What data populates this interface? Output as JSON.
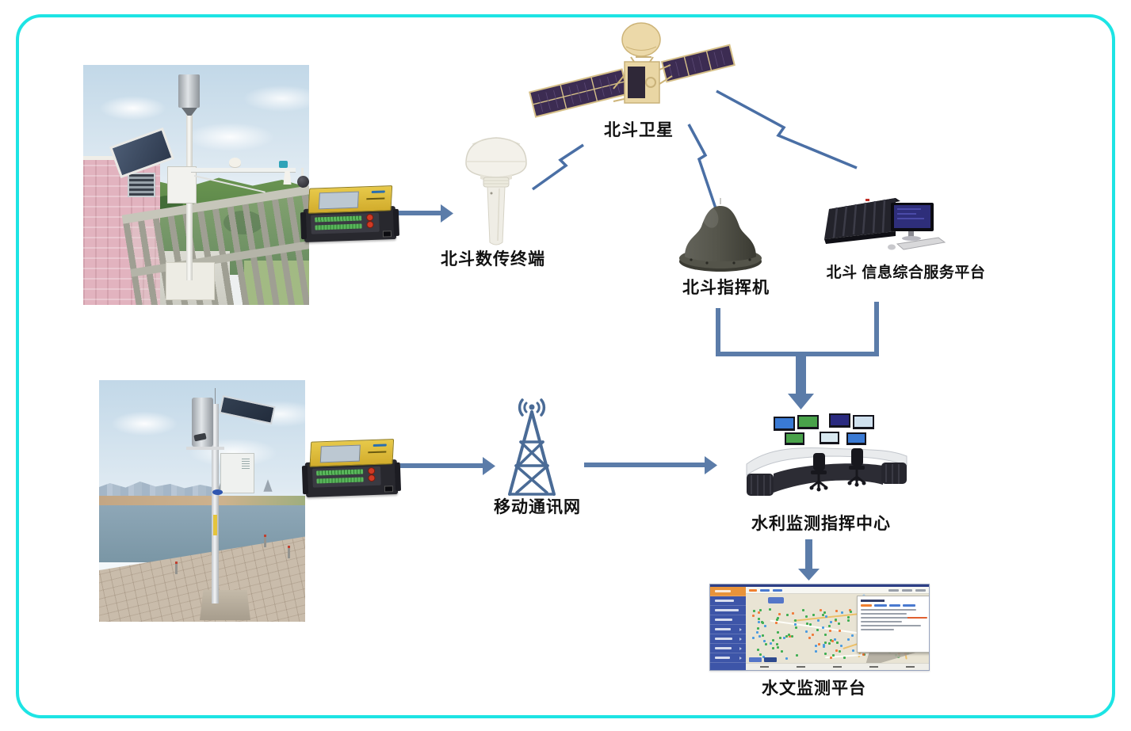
{
  "canvas": {
    "border_color": "#1de4e4",
    "arrow_color": "#5b7ca9",
    "lightning_color": "#4a6fa5",
    "background": "#ffffff"
  },
  "labels": {
    "satellite": "北斗卫星",
    "data_terminal": "北斗数传终端",
    "commander": "北斗指挥机",
    "service_platform": "北斗 信息综合服务平台",
    "mobile_network": "移动通讯网",
    "command_center": "水利监测指挥中心",
    "hydrology_platform": "水文监测平台"
  },
  "map_ui": {
    "sidebar_item_count": 8,
    "sidebar_color": "#3d55a8",
    "active_item_color": "#e8933a",
    "marker_colors": [
      "#3fae52",
      "#4a9be0",
      "#f07a3a"
    ]
  }
}
